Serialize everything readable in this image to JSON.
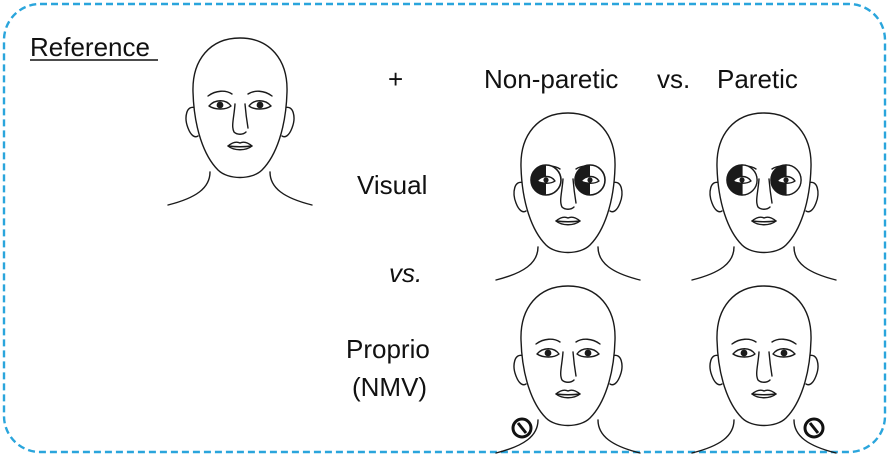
{
  "border_color": "#2aa5dc",
  "labels": {
    "reference": "Reference",
    "plus": "+",
    "non_paretic": "Non-paretic",
    "vs_header": "vs.",
    "paretic": "Paretic",
    "visual": "Visual",
    "vs_rows": "vs.",
    "proprio_line1": "Proprio",
    "proprio_line2": "(NMV)"
  },
  "faces": [
    {
      "id": "reference",
      "eye_patch": "none",
      "vibrator": "none"
    },
    {
      "id": "visual-non-paretic",
      "eye_patch": "half-black",
      "vibrator": "none"
    },
    {
      "id": "visual-paretic",
      "eye_patch": "black-with-half-eye",
      "vibrator": "none"
    },
    {
      "id": "proprio-non-paretic",
      "eye_patch": "none",
      "vibrator": "left"
    },
    {
      "id": "proprio-paretic",
      "eye_patch": "none",
      "vibrator": "right"
    }
  ]
}
